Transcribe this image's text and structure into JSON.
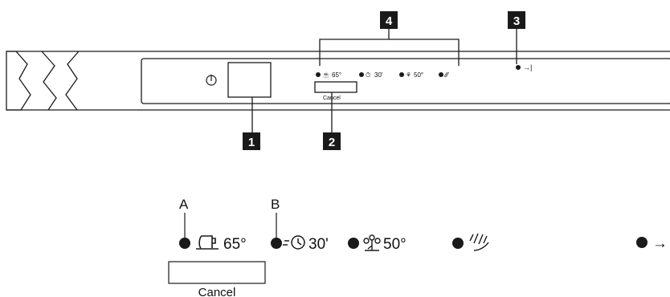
{
  "callouts": {
    "c1": "1",
    "c2": "2",
    "c3": "3",
    "c4": "4"
  },
  "panel": {
    "power_symbol": "⏻",
    "cancel_label": "Cancel",
    "programs": [
      {
        "icon": "cup-icon",
        "text": "65°"
      },
      {
        "icon": "quick-clock-icon",
        "text": "30'"
      },
      {
        "icon": "eco-plant-icon",
        "text": "50°"
      },
      {
        "icon": "prewash-spray-icon",
        "text": ""
      }
    ],
    "end_arrow": "→|"
  },
  "detail": {
    "label_a": "A",
    "label_b": "B",
    "programs": [
      {
        "icon": "cup-icon",
        "text": "65°"
      },
      {
        "icon": "quick-clock-icon",
        "text": "30'"
      },
      {
        "icon": "eco-plant-icon",
        "text": "50°"
      },
      {
        "icon": "prewash-spray-icon",
        "text": ""
      }
    ],
    "cancel_label": "Cancel",
    "end_arrow": "→"
  },
  "colors": {
    "line": "#1a1a1a",
    "callout_bg": "#1a1a1a",
    "callout_text": "#ffffff"
  }
}
